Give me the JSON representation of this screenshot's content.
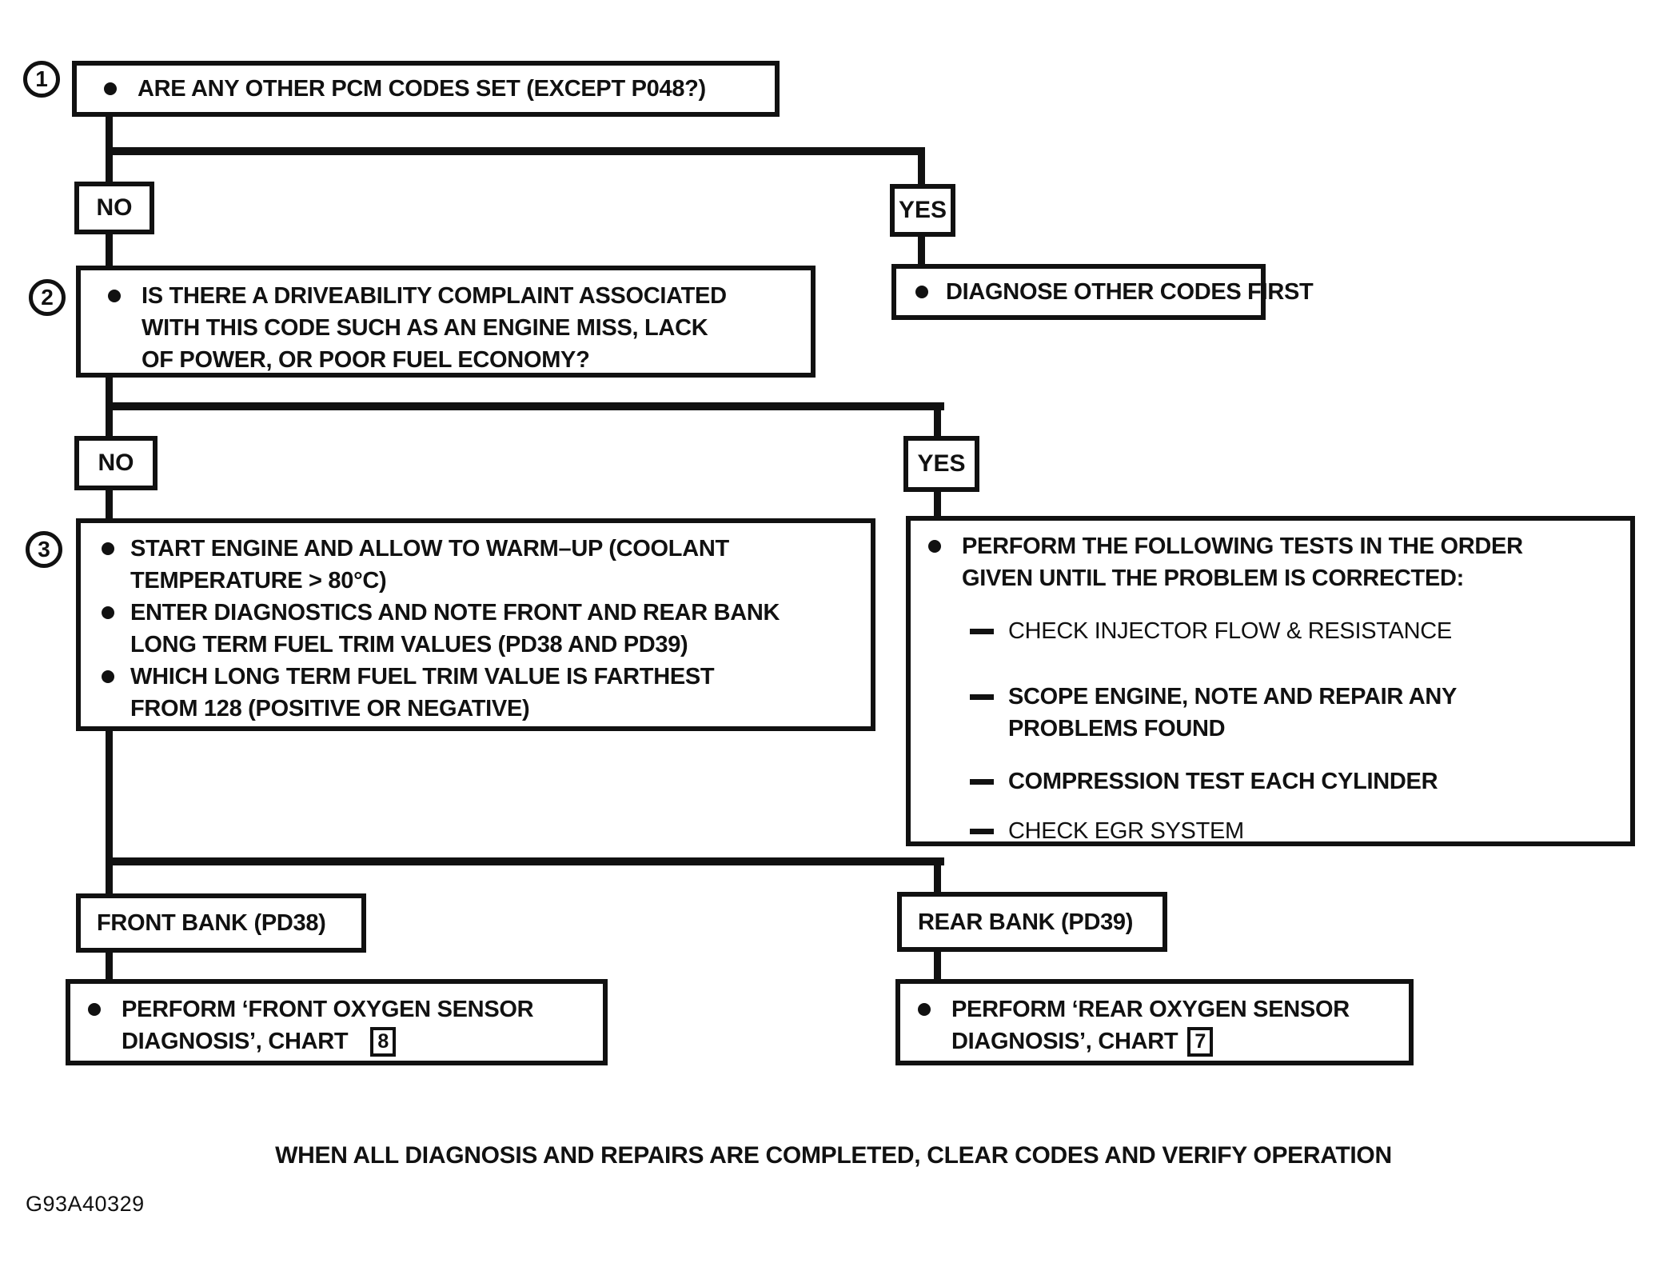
{
  "colors": {
    "ink": "#111111",
    "background": "#ffffff"
  },
  "step1": {
    "num": "1",
    "text": "ARE ANY OTHER PCM CODES SET (EXCEPT P048?)"
  },
  "branch1": {
    "no": "NO",
    "yes": "YES"
  },
  "diagnose": {
    "text": "DIAGNOSE OTHER CODES FIRST"
  },
  "step2": {
    "num": "2",
    "lines": [
      "IS THERE A DRIVEABILITY COMPLAINT ASSOCIATED",
      "WITH THIS CODE SUCH AS AN ENGINE MISS, LACK",
      "OF POWER, OR POOR FUEL ECONOMY?"
    ]
  },
  "branch2": {
    "no": "NO",
    "yes": "YES"
  },
  "step3": {
    "num": "3",
    "bullets": [
      {
        "lines": [
          "START ENGINE AND ALLOW TO WARM–UP (COOLANT",
          "TEMPERATURE > 80°C)"
        ]
      },
      {
        "lines": [
          "ENTER DIAGNOSTICS AND NOTE FRONT AND REAR BANK",
          "LONG TERM FUEL TRIM VALUES (PD38 AND PD39)"
        ]
      },
      {
        "lines": [
          "WHICH LONG TERM FUEL TRIM VALUE IS FARTHEST",
          "FROM 128 (POSITIVE OR NEGATIVE)"
        ]
      }
    ]
  },
  "tests": {
    "header": [
      "PERFORM  THE FOLLOWING TESTS IN THE ORDER",
      "GIVEN UNTIL THE PROBLEM IS CORRECTED:"
    ],
    "items": [
      {
        "lines": [
          "CHECK INJECTOR FLOW & RESISTANCE"
        ]
      },
      {
        "lines": [
          "SCOPE ENGINE, NOTE AND REPAIR ANY",
          "PROBLEMS FOUND"
        ]
      },
      {
        "lines": [
          "COMPRESSION TEST EACH CYLINDER"
        ]
      },
      {
        "lines": [
          "CHECK EGR SYSTEM"
        ]
      }
    ]
  },
  "banks": {
    "front": "FRONT BANK (PD38)",
    "rear": "REAR BANK (PD39)"
  },
  "perform_front": {
    "lines": [
      "PERFORM ‘FRONT OXYGEN SENSOR",
      "DIAGNOSIS’, CHART"
    ],
    "chart_ref": "8"
  },
  "perform_rear": {
    "lines": [
      "PERFORM ‘REAR OXYGEN SENSOR",
      "DIAGNOSIS’, CHART"
    ],
    "chart_ref": "7"
  },
  "footer": {
    "note": "WHEN ALL DIAGNOSIS AND REPAIRS ARE COMPLETED, CLEAR CODES AND VERIFY OPERATION"
  },
  "figure_code": "G93A40329"
}
